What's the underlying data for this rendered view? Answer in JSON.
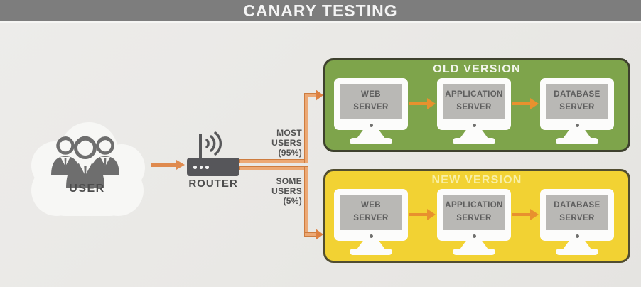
{
  "title_bar": {
    "title": "CANARY TESTING"
  },
  "user_group": {
    "label": "USER",
    "icon": "users-icon"
  },
  "router": {
    "label": "ROUTER",
    "icon": "router-icon"
  },
  "routes": {
    "most_users": {
      "label": "MOST\nUSERS\n(95%)"
    },
    "some_users": {
      "label": "SOME\nUSERS\n(5%)"
    }
  },
  "panels": [
    {
      "name": "old",
      "title": "OLD VERSION",
      "servers": [
        {
          "label": "WEB\nSERVER"
        },
        {
          "label": "APPLICATION\nSERVER"
        },
        {
          "label": "DATABASE\nSERVER"
        }
      ]
    },
    {
      "name": "new",
      "title": "NEW VERSION",
      "servers": [
        {
          "label": "WEB\nSERVER"
        },
        {
          "label": "APPLICATION\nSERVER"
        },
        {
          "label": "DATABASE\nSERVER"
        }
      ]
    }
  ],
  "colors": {
    "title_bar_bg": "#7d7d7d",
    "background": "#e9e8e5",
    "old_version_green": "#7ea44b",
    "new_version_yellow": "#f2d233",
    "route_line_orange": "#eca874",
    "arrow_orange": "#dd8040",
    "monitor_screen_gray": "#b9b8b5"
  }
}
